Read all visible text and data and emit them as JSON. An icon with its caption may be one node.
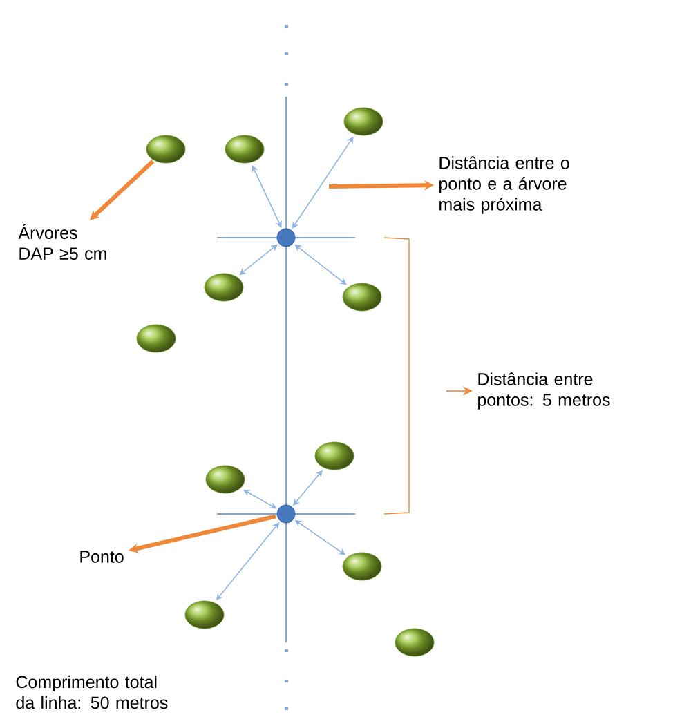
{
  "diagram": {
    "nodes": [
      {
        "text": [],
        "shape": "ellipse"
      },
      {
        "text": [],
        "shape": "ellipse"
      },
      {
        "text": [],
        "shape": "ellipse"
      },
      {
        "text": [
          "Distância entre o ponto e a árvore mais próxima"
        ]
      },
      {
        "text": [
          "Árvores DAP ≥5 cm"
        ]
      },
      {
        "text": [],
        "shape": "circle"
      },
      {
        "text": [],
        "shape": "ellipse"
      },
      {
        "text": [],
        "shape": "ellipse"
      },
      {
        "text": [],
        "shape": "ellipse"
      },
      {
        "text": [
          "Distância entre pontos: 5 metros"
        ]
      },
      {
        "text": [],
        "shape": "ellipse"
      },
      {
        "text": [],
        "shape": "ellipse"
      },
      {
        "text": [],
        "shape": "circle"
      },
      {
        "text": [
          "Ponto"
        ]
      },
      {
        "text": [],
        "shape": "ellipse"
      },
      {
        "text": [],
        "shape": "ellipse"
      },
      {
        "text": [],
        "shape": "ellipse"
      }
    ],
    "edges": [
      {
        "from": 1,
        "to": 4,
        "arrow": "to",
        "style": "thick",
        "color": "#f0883a"
      },
      {
        "from": 5,
        "to": 2,
        "arrow": "both"
      },
      {
        "from": 5,
        "to": 0,
        "arrow": "both"
      },
      {
        "from": 5,
        "to": 6,
        "arrow": "both"
      },
      {
        "from": 5,
        "to": 7,
        "arrow": "both"
      },
      {
        "from": null,
        "to": 3,
        "arrow": "to",
        "style": "thick",
        "color": "#f0883a"
      },
      {
        "from": null,
        "to": 9,
        "arrow": "to",
        "color": "#f0883a"
      },
      {
        "from": 12,
        "to": 11,
        "arrow": "both"
      },
      {
        "from": 12,
        "to": 10,
        "arrow": "both"
      },
      {
        "from": 12,
        "to": 14,
        "arrow": "both"
      },
      {
        "from": 12,
        "to": 15,
        "arrow": "both"
      },
      {
        "from": 12,
        "to": 13,
        "arrow": "to",
        "style": "thick",
        "color": "#f0883a"
      }
    ],
    "labels": [
      "Comprimento total da linha: 50 metros"
    ]
  }
}
